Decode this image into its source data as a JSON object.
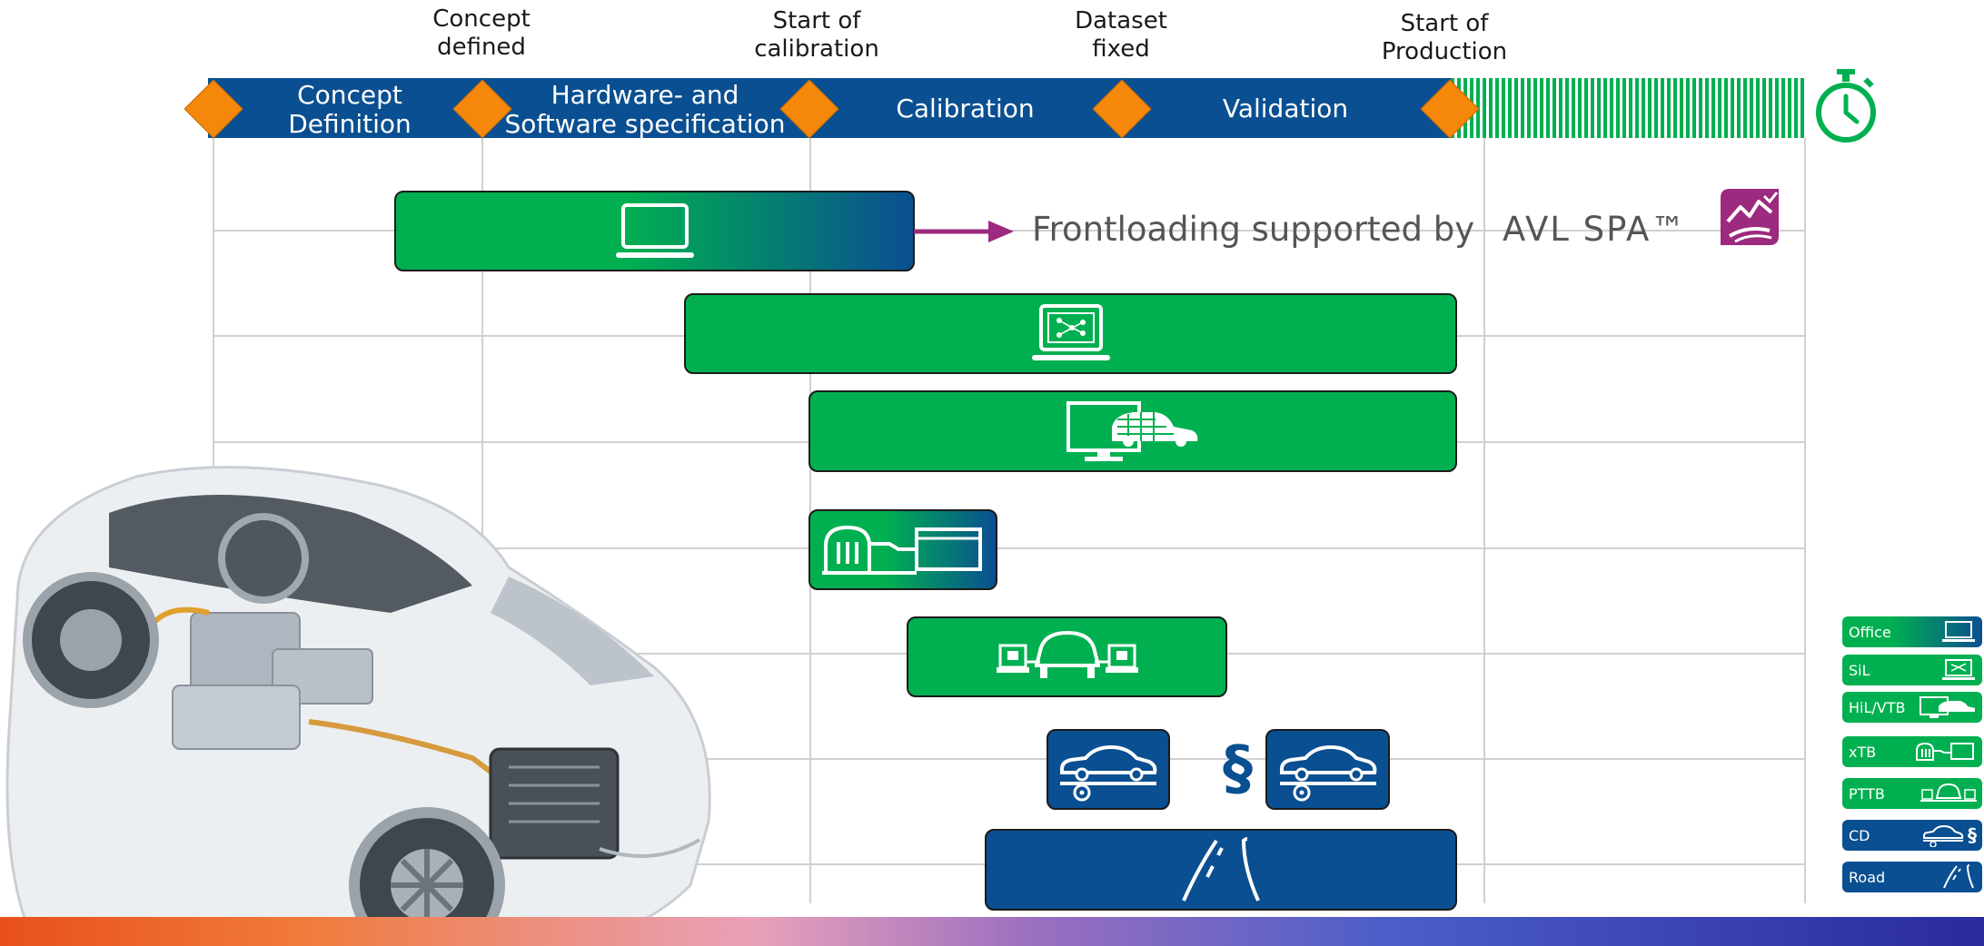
{
  "milestones": [
    {
      "label": "Concept\ndefined"
    },
    {
      "label": "Start of\ncalibration"
    },
    {
      "label": "Dataset\nfixed"
    },
    {
      "label": "Start of\nProduction"
    }
  ],
  "phases": [
    {
      "label": "Concept\nDefinition"
    },
    {
      "label": "Hardware- and\nSoftware specification"
    },
    {
      "label": "Calibration"
    },
    {
      "label": "Validation"
    }
  ],
  "frontloading": {
    "text": "Frontloading supported by",
    "brand": "AVL SPA™"
  },
  "cd_symbol": "§",
  "legend": [
    {
      "label": "Office",
      "icon": "laptop-icon",
      "color": "#0a4f91"
    },
    {
      "label": "SiL",
      "icon": "sil-laptop-icon",
      "color": "#00b050"
    },
    {
      "label": "HiL/VTB",
      "icon": "hil-monitor-car-icon",
      "color": "#00b050"
    },
    {
      "label": "xTB",
      "icon": "engine-testbed-icon",
      "color": "#00b050"
    },
    {
      "label": "PTTB",
      "icon": "powertrain-testbed-icon",
      "color": "#00b050"
    },
    {
      "label": "CD",
      "icon": "chassis-dyno-icon",
      "color": "#0a4f91",
      "symbol": "§"
    },
    {
      "label": "Road",
      "icon": "road-icon",
      "color": "#0a4f91"
    }
  ],
  "colors": {
    "green": "#00b050",
    "blue": "#0a4f91",
    "orange": "#f5870a",
    "magenta": "#9c2a7e"
  }
}
